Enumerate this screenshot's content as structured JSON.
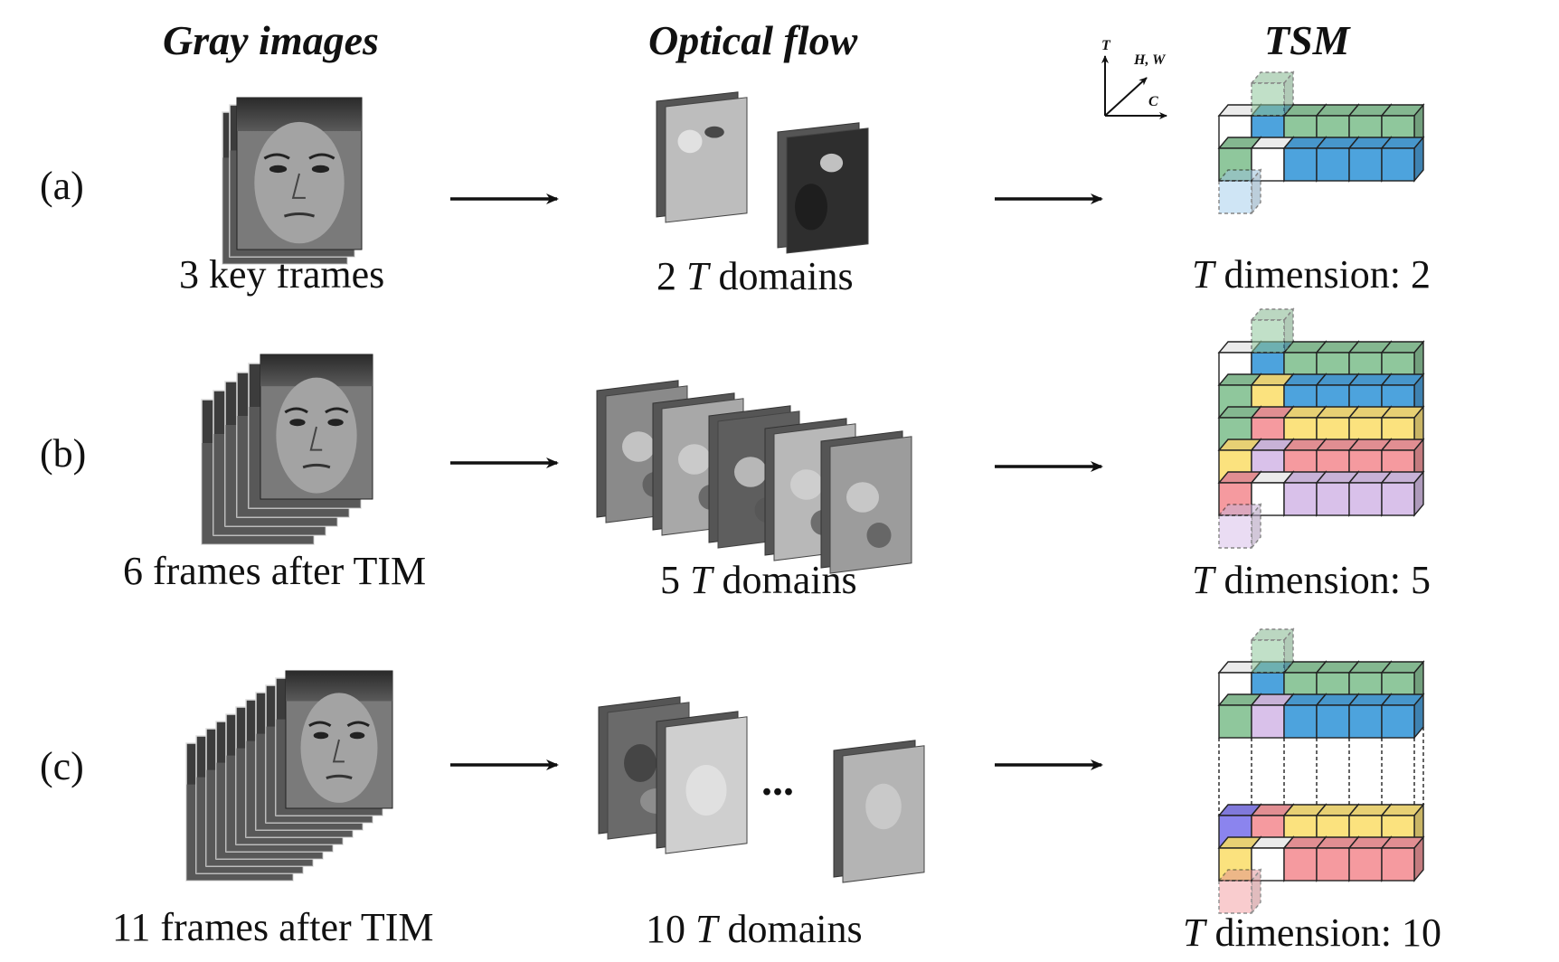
{
  "headers": {
    "gray": "Gray images",
    "flow": "Optical flow",
    "tsm": "TSM"
  },
  "axes": {
    "t": "T",
    "hw": "H, W",
    "c": "C"
  },
  "rows": [
    {
      "label": "(a)",
      "frames": "3 key frames",
      "domains_num": "2",
      "domains_var": "T",
      "domains_word": "domains",
      "dim_var": "T",
      "dim_word": "dimension:",
      "dim_num": "2"
    },
    {
      "label": "(b)",
      "frames": "6 frames after TIM",
      "domains_num": "5",
      "domains_var": "T",
      "domains_word": "domains",
      "dim_var": "T",
      "dim_word": "dimension:",
      "dim_num": "5"
    },
    {
      "label": "(c)",
      "frames": "11 frames after TIM",
      "domains_num": "10",
      "domains_var": "T",
      "domains_word": "domains",
      "dim_var": "T",
      "dim_word": "dimension:",
      "dim_num": "10"
    }
  ],
  "ellipsis": "...",
  "colors": {
    "green": "#8fc79c",
    "blue": "#4da3dd",
    "yellow": "#fbe27e",
    "pink": "#f59a9f",
    "lavender": "#d9c1ea",
    "violet": "#8b84ee",
    "lightblue": "#a9d1ee"
  }
}
